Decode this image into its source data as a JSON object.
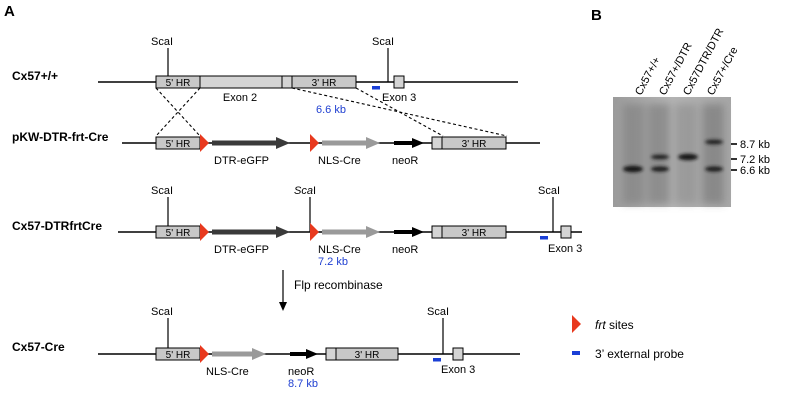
{
  "panel_a": {
    "label": "A",
    "rows": {
      "wt": "Cx57+/+",
      "vector": "pKW-DTR-frt-Cre",
      "targeted": "Cx57-DTRfrtCre",
      "cre": "Cx57-Cre"
    },
    "boxes": {
      "hr5": "5' HR",
      "hr3": "3' HR",
      "exon2": "Exon 2",
      "exon3": "Exon 3"
    },
    "arrows": {
      "dtr": "DTR-eGFP",
      "nls": "NLS-Cre",
      "neo": "neoR"
    },
    "site": {
      "scal": "ScaI",
      "scal_italic_prefix": "Sca",
      "scal_suffix": "I"
    },
    "fragments": {
      "wt": "6.6 kb",
      "targeted": "7.2 kb",
      "cre": "8.7 kb"
    },
    "step": "Flp recombinase",
    "legend": {
      "frt_italic": "frt",
      "frt_rest": " sites",
      "probe": "3’ external probe"
    },
    "colors": {
      "frt": "#e8391e",
      "probe": "#1a3fd6",
      "kb_text": "#1f3fd1",
      "box_fill": "#c8c8c8",
      "dtr_arrow": "#3a3a3a",
      "nls_arrow": "#9a9a9a",
      "neo_arrow": "#000000"
    }
  },
  "panel_b": {
    "label": "B",
    "lanes": [
      "Cx57+/+",
      "Cx57+/DTR",
      "Cx57DTR/DTR",
      "Cx57+/Cre"
    ],
    "markers": [
      "8.7 kb",
      "7.2 kb",
      "6.6 kb"
    ]
  }
}
